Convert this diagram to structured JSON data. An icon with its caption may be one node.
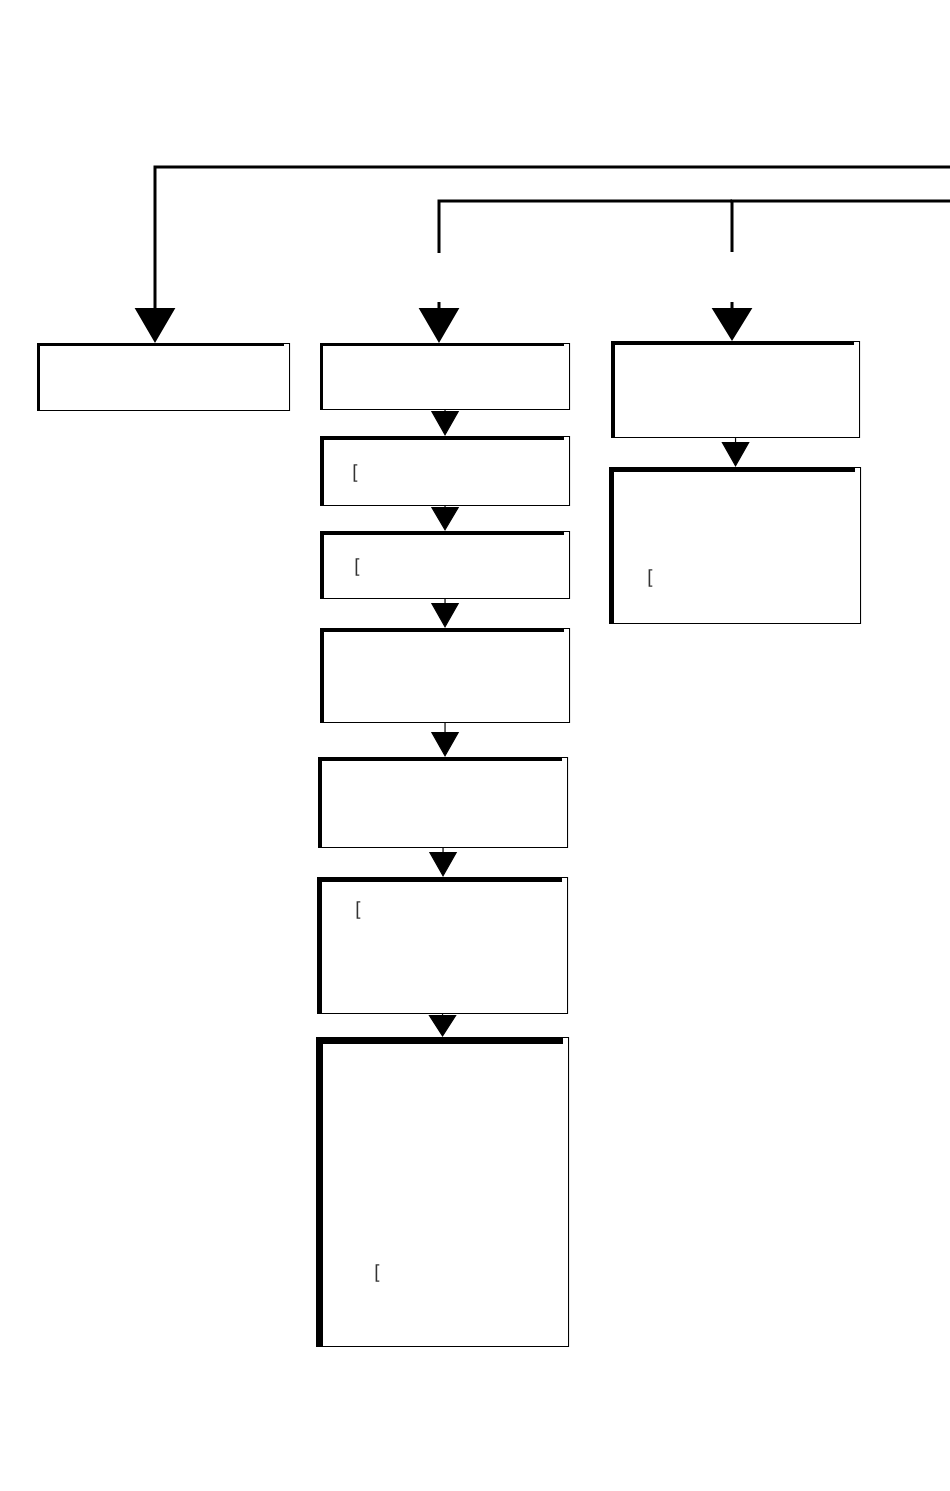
{
  "diagram": {
    "nodes": [
      {
        "text": [],
        "shape": "box"
      },
      {
        "text": [],
        "shape": "box"
      },
      {
        "text": [
          "["
        ]
      },
      {
        "text": [
          "["
        ]
      },
      {
        "text": [],
        "shape": "box"
      },
      {
        "text": [],
        "shape": "box"
      },
      {
        "text": [
          "["
        ]
      },
      {
        "text": [
          "["
        ]
      },
      {
        "text": [],
        "shape": "box"
      },
      {
        "text": [
          "["
        ]
      }
    ],
    "edges": [
      {
        "from": null,
        "to": 0,
        "arrow": "to"
      },
      {
        "from": null,
        "to": 1,
        "arrow": "to"
      },
      {
        "from": null,
        "to": 8,
        "arrow": "to"
      },
      {
        "from": 1,
        "to": 2,
        "arrow": "to"
      },
      {
        "from": 2,
        "to": 3,
        "arrow": "to"
      },
      {
        "from": 3,
        "to": 4,
        "arrow": "to"
      },
      {
        "from": 4,
        "to": 5,
        "arrow": "to"
      },
      {
        "from": 5,
        "to": 6,
        "arrow": "to"
      },
      {
        "from": 6,
        "to": 7,
        "arrow": "to"
      },
      {
        "from": 8,
        "to": 9,
        "arrow": "to"
      }
    ]
  }
}
